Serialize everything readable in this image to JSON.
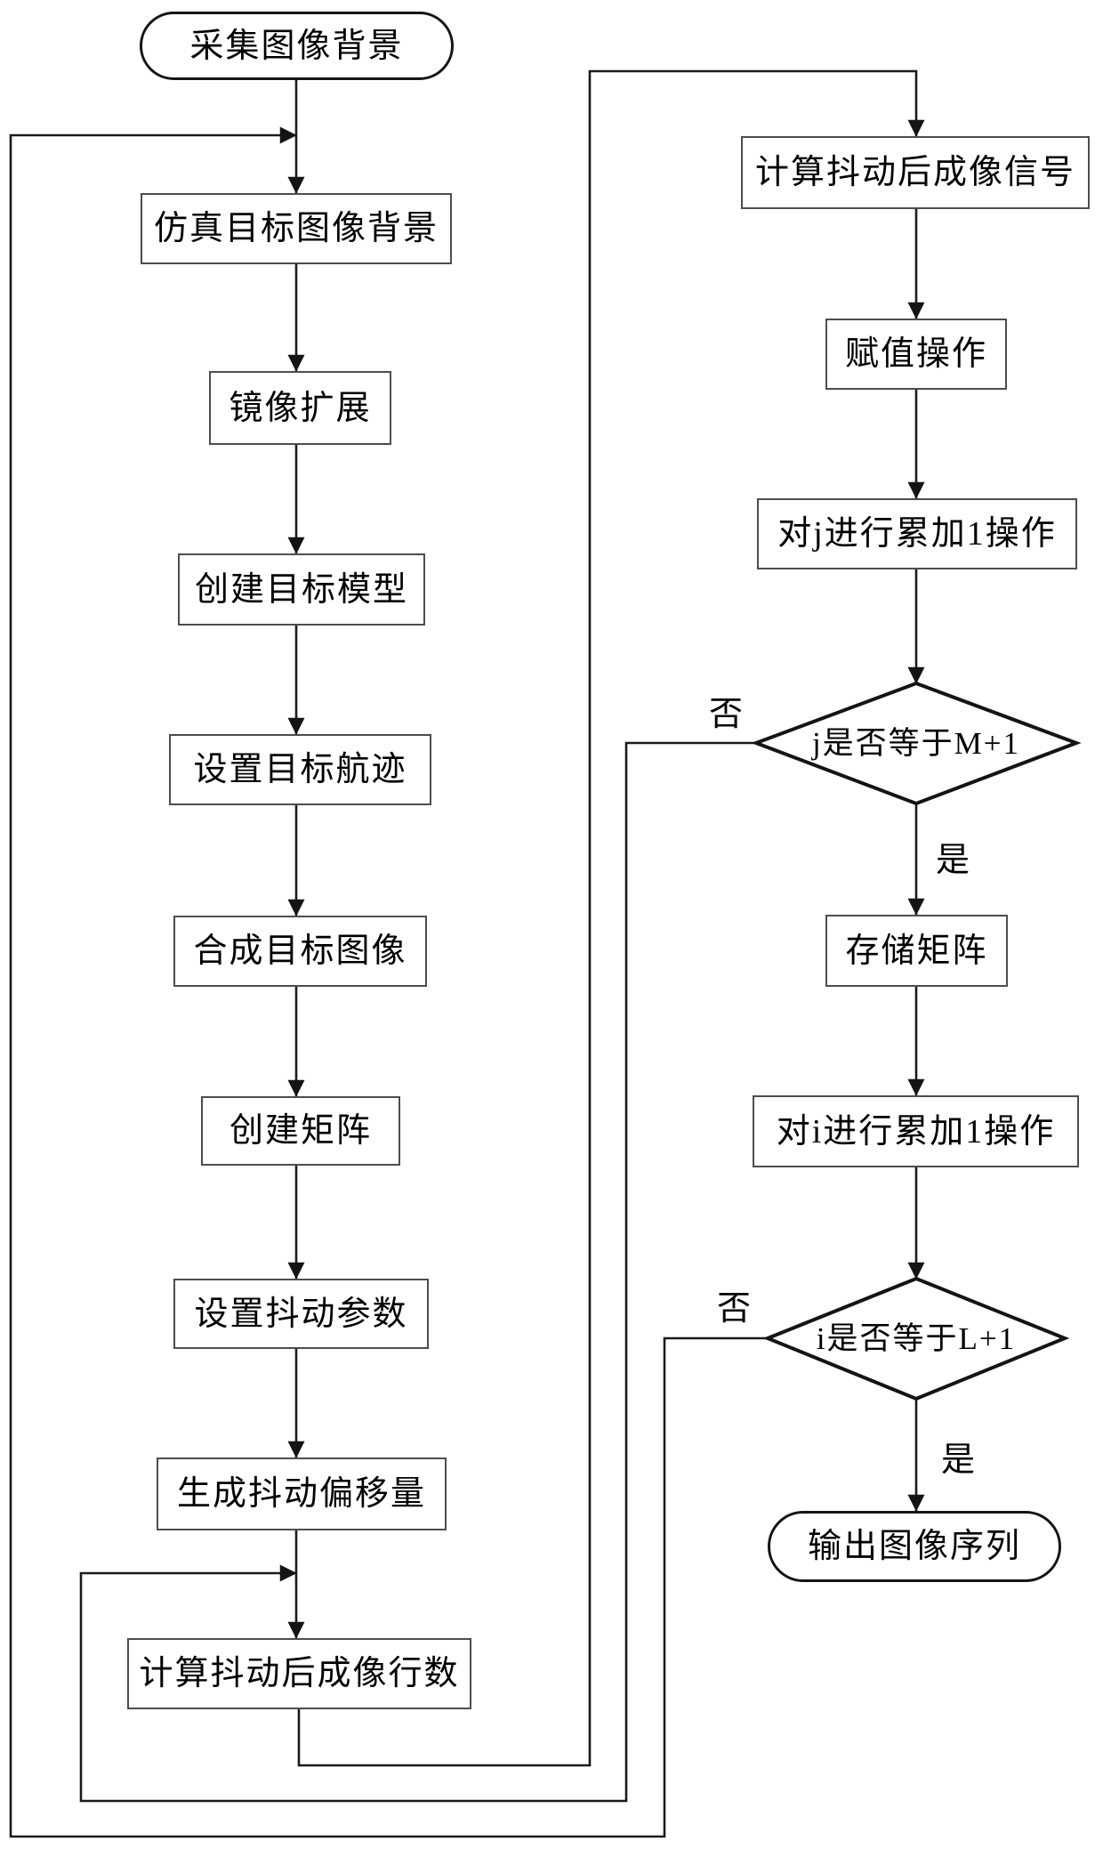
{
  "diagram": {
    "colors": {
      "background": "#ffffff",
      "line": "#1a1a1a",
      "box_border": "#4d4d4d",
      "text": "#000000"
    },
    "nodes": {
      "start": "采集图像背景",
      "sim_bg": "仿真目标图像背景",
      "mirror": "镜像扩展",
      "model": "创建目标模型",
      "track": "设置目标航迹",
      "synth": "合成目标图像",
      "matrix": "创建矩阵",
      "jitter_param": "设置抖动参数",
      "jitter_offset": "生成抖动偏移量",
      "rows": "计算抖动后成像行数",
      "signal": "计算抖动后成像信号",
      "assign": "赋值操作",
      "inc_j": "对j进行累加1操作",
      "dec_j": "j是否等于M+1",
      "store": "存储矩阵",
      "inc_i": "对i进行累加1操作",
      "dec_i": "i是否等于L+1",
      "output": "输出图像序列"
    },
    "branch": {
      "yes": "是",
      "no": "否"
    }
  }
}
